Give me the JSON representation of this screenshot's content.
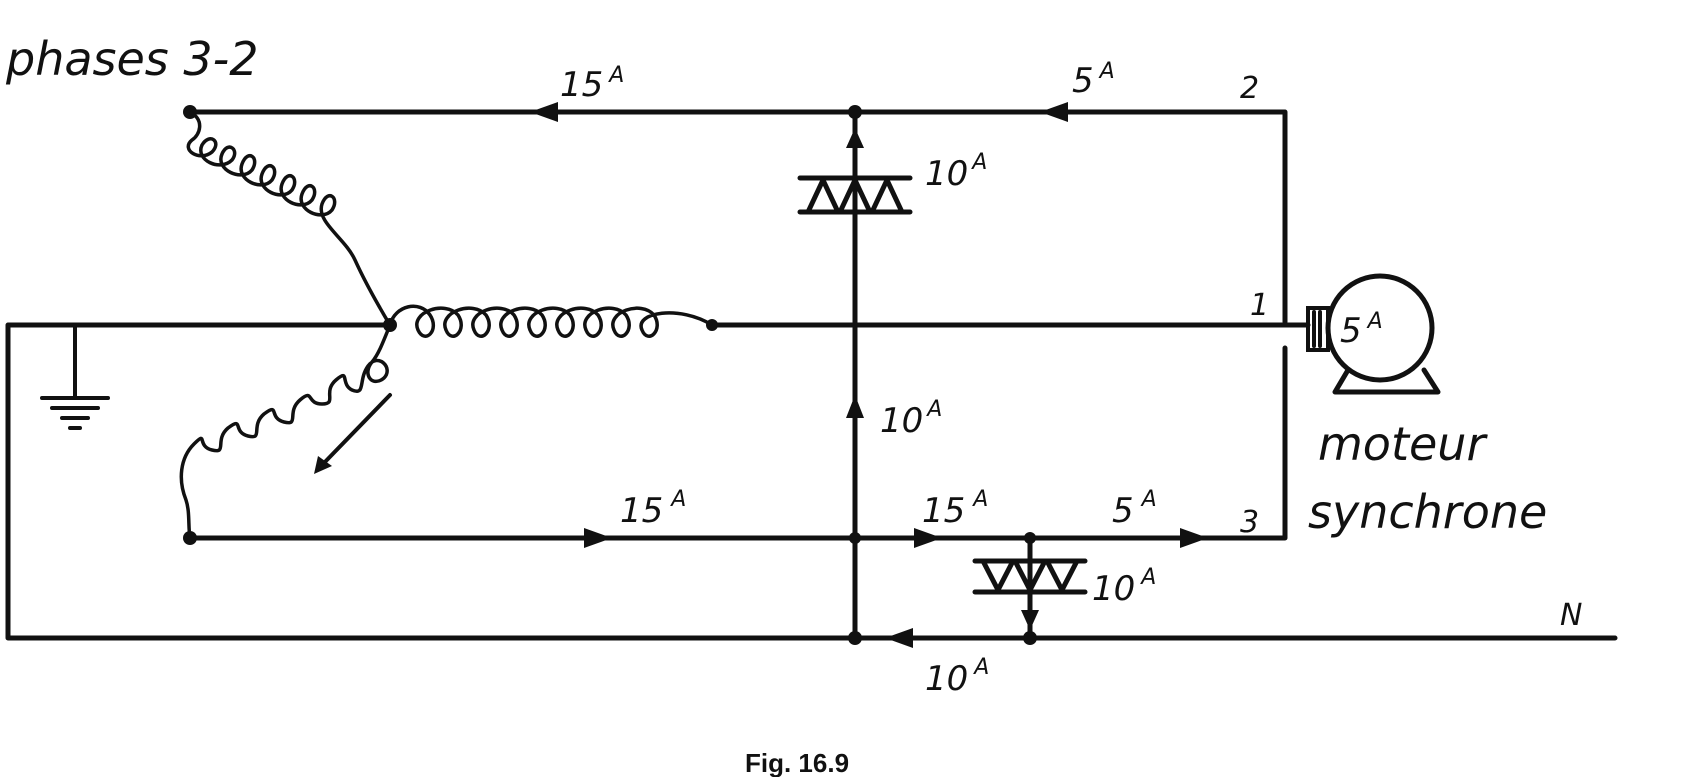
{
  "diagram": {
    "title": "phases 3-2",
    "node_labels": {
      "phase_2": "2",
      "phase_1": "1",
      "phase_3": "3",
      "neutral": "N"
    },
    "motor": {
      "current": "5",
      "label_line1": "moteur",
      "label_line2": "synchrone"
    },
    "currents": {
      "top_left": "15",
      "top_right": "5",
      "upper_scr": "10",
      "mid_vertical": "10",
      "bottom_left": "15",
      "bottom_mid": "15",
      "bottom_right": "5",
      "lower_scr": "10",
      "neutral_return": "10"
    },
    "unit": "A",
    "caption": "Fig. 16.9"
  }
}
